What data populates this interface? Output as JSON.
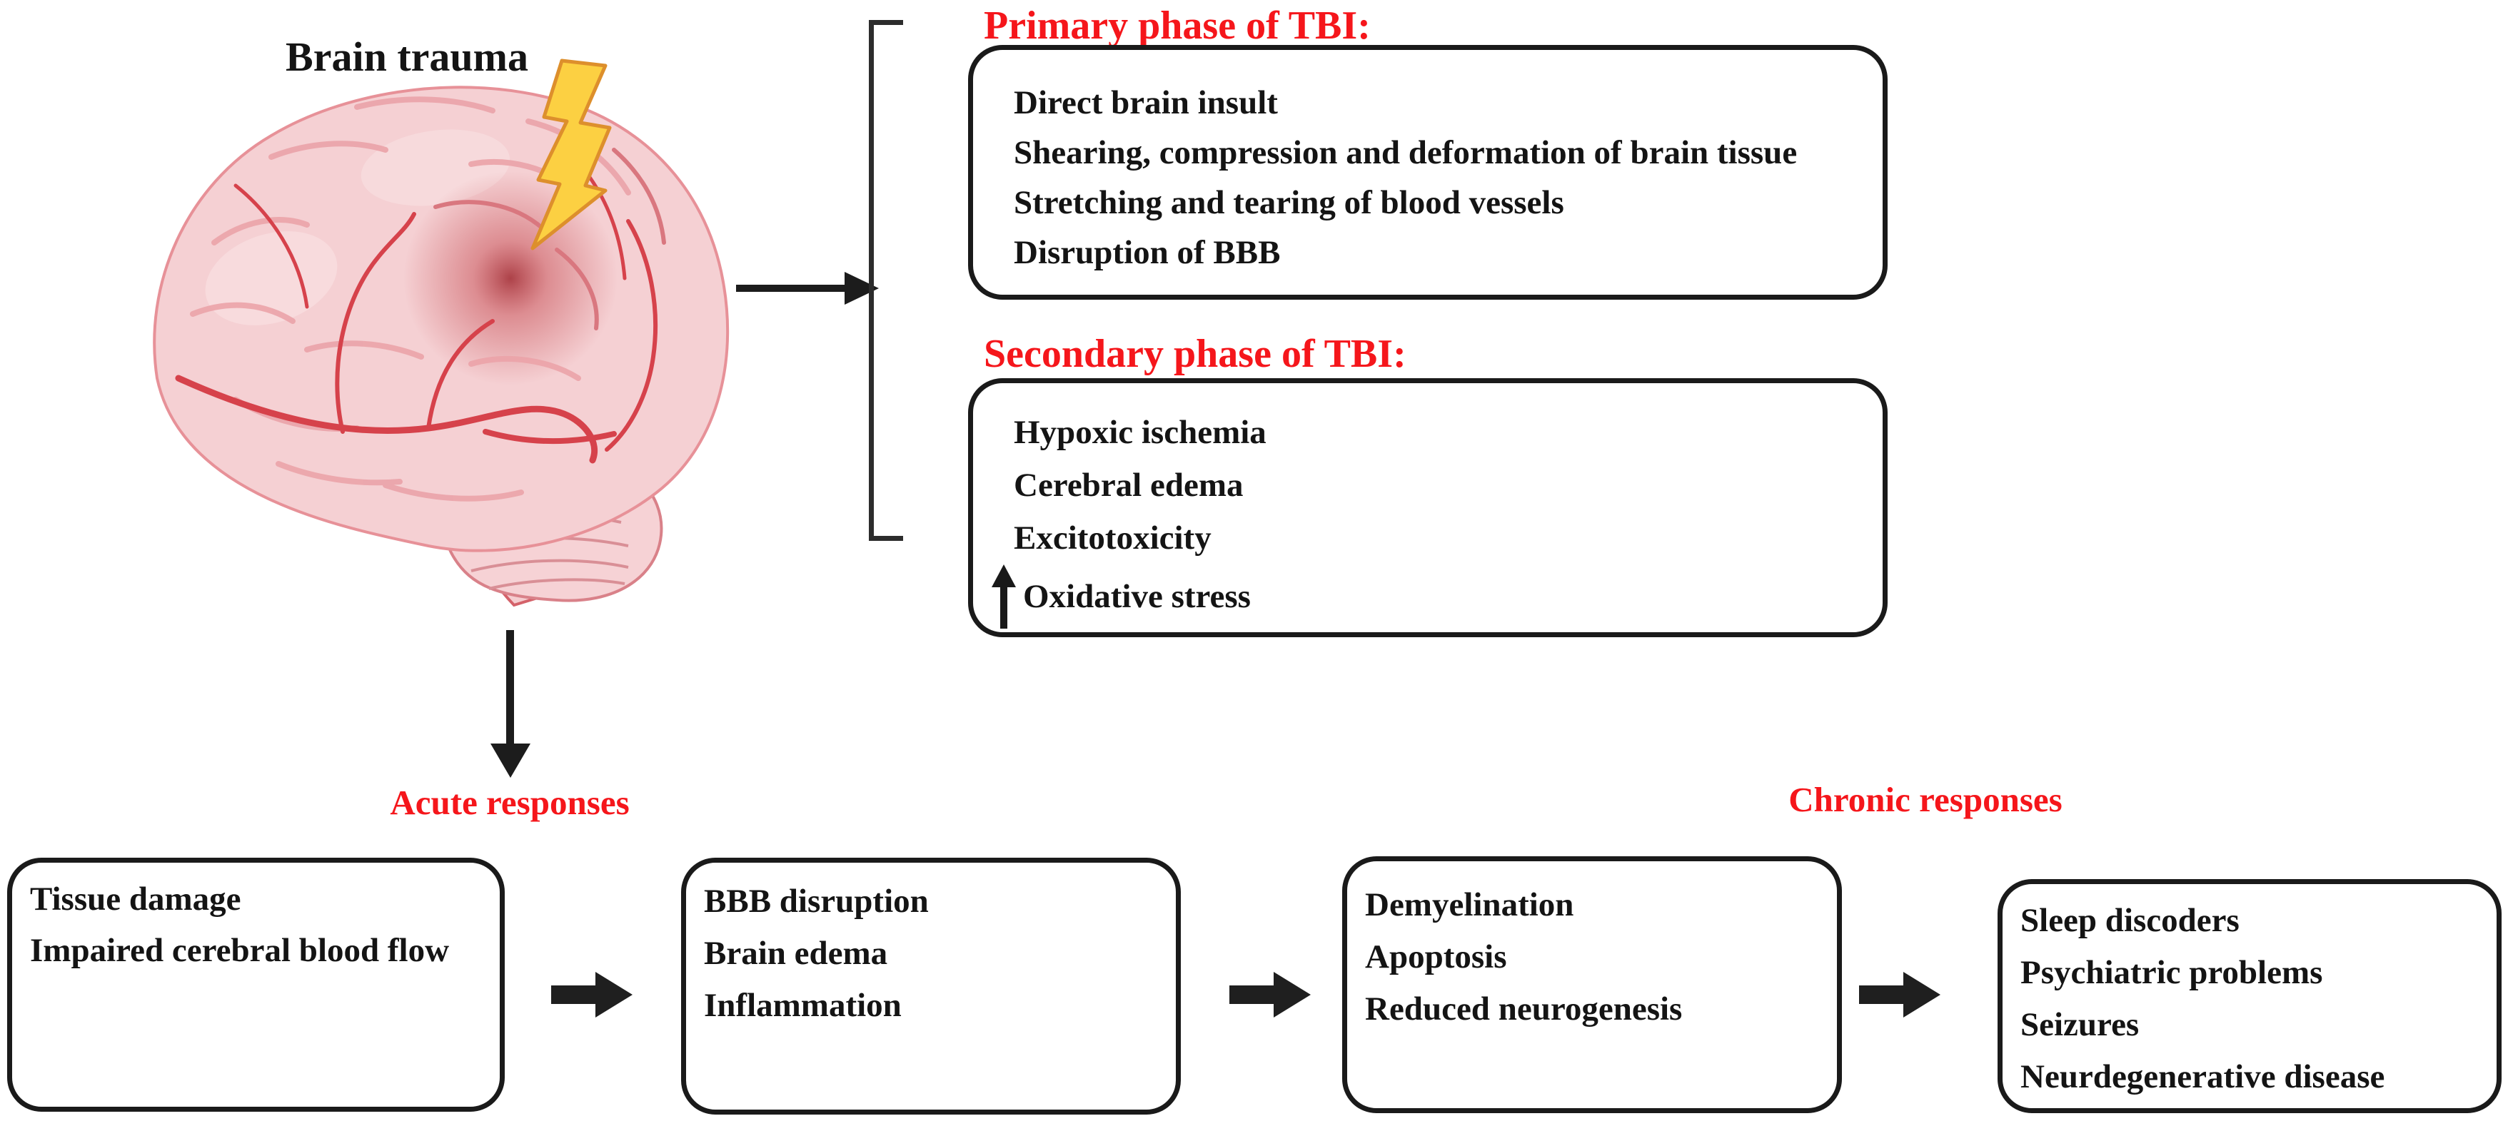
{
  "figure": {
    "brain_label": "Brain trauma",
    "acute_label": "Acute responses",
    "chronic_label": "Chronic responses",
    "primary_phase": {
      "heading": "Primary phase of TBI:",
      "items": [
        "Direct brain insult",
        "Shearing, compression and deformation of brain tissue",
        "Stretching and tearing of blood vessels",
        "Disruption of BBB"
      ]
    },
    "secondary_phase": {
      "heading": "Secondary phase of TBI:",
      "items": [
        "Hypoxic ischemia",
        "Cerebral edema",
        "Excitotoxicity"
      ],
      "arrow_item": "Oxidative stress"
    },
    "flow_boxes": [
      {
        "items": [
          "Tissue damage",
          "Impaired cerebral blood flow"
        ]
      },
      {
        "items": [
          "BBB disruption",
          "Brain edema",
          "Inflammation"
        ]
      },
      {
        "items": [
          "Demyelination",
          "Apoptosis",
          "Reduced neurogenesis"
        ]
      },
      {
        "items": [
          "Sleep discoders",
          "Psychiatric problems",
          "Seizures",
          "Neurdegenerative disease"
        ]
      }
    ],
    "colors": {
      "heading_red": "#f5161b",
      "text_black": "#141414",
      "box_border": "#1a1a1a",
      "arrow_black": "#1f1f1f",
      "brain_pink": "#f5d0d3",
      "brain_vessel_red": "#d6424b",
      "trauma_spot_red": "#a93a41",
      "bolt_yellow": "#fcd042",
      "bolt_outline": "#dd8f2c"
    }
  }
}
